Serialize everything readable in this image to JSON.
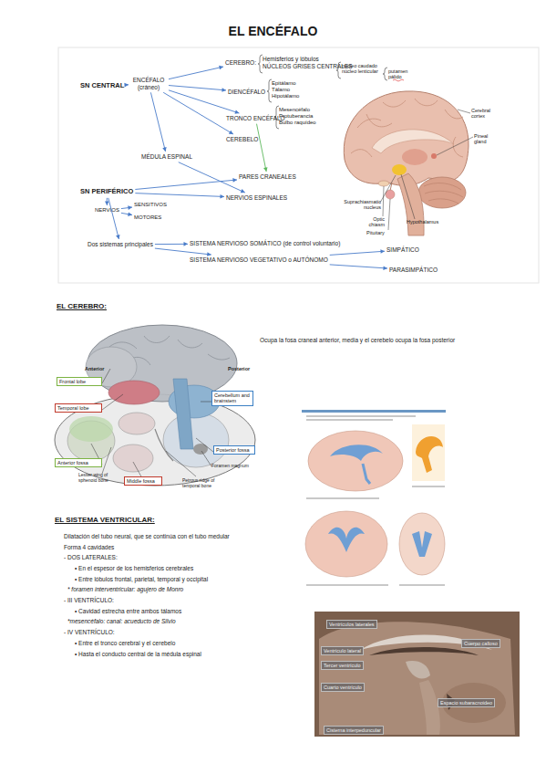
{
  "diagram": {
    "title": "EL ENCÉFALO",
    "nodes": [
      {
        "text": [
          "SN CENTRAL"
        ]
      },
      {
        "text": [
          "ENCÉFALO (cráneo)"
        ]
      },
      {
        "text": [
          "CEREBRO:"
        ]
      },
      {
        "text": [
          "Hemisferios y lóbulos",
          "NÚCLEOS GRISES CENTRALES"
        ]
      },
      {
        "text": [
          "núcleo caudado núcleo lenticular"
        ]
      },
      {
        "text": [
          "putamen pálido"
        ]
      },
      {
        "text": [
          "DIENCÉFALO"
        ]
      },
      {
        "text": [
          "Epitálamo Tálamo Hipotálamo"
        ]
      },
      {
        "text": [
          "TRONCO ENCÉFALO"
        ]
      },
      {
        "text": [
          "Mesencéfalo Protuberancia Bulbo raquídeo"
        ]
      },
      {
        "text": [
          "CEREBELO"
        ]
      },
      {
        "text": [
          "MÉDULA ESPINAL"
        ]
      },
      {
        "text": [
          "PARES CRANEALES"
        ]
      },
      {
        "text": [
          "NERVIOS ESPINALES"
        ]
      },
      {
        "text": [
          "SN PERIFÉRICO"
        ]
      },
      {
        "text": [
          "NERVIOS"
        ]
      },
      {
        "text": [
          "SENSITIVOS"
        ]
      },
      {
        "text": [
          "MOTORES"
        ]
      },
      {
        "text": [
          "Dos sistemas principales"
        ]
      },
      {
        "text": [
          "SISTEMA NERVIOSO SOMÁTICO (de control voluntario)"
        ]
      },
      {
        "text": [
          "SISTEMA NERVIOSO VEGETATIVO  o AUTÓNOMO"
        ]
      },
      {
        "text": [
          "SIMPÁTICO"
        ]
      },
      {
        "text": [
          "PARASIMPÁTICO"
        ]
      },
      {
        "text": [
          "Frontal lobe"
        ]
      },
      {
        "text": [
          "Temporal lobe"
        ]
      },
      {
        "text": [
          "Cerebellum and brainstem"
        ]
      },
      {
        "text": [
          "Anterior fossa"
        ]
      },
      {
        "text": [
          "Posterior fossa"
        ]
      },
      {
        "text": [
          "Middle fossa"
        ]
      },
      {
        "text": [
          "Ventrículos laterales"
        ]
      },
      {
        "text": [
          "Cuerpo calloso"
        ]
      },
      {
        "text": [
          "Ventrículo lateral"
        ]
      },
      {
        "text": [
          "Tercer ventrículo"
        ]
      },
      {
        "text": [
          "Cuarto ventrículo"
        ]
      },
      {
        "text": [
          "Espacio subaracnoideo"
        ]
      },
      {
        "text": [
          "Cisterna interpeduncular"
        ]
      }
    ],
    "edges": [
      {
        "from": 0,
        "to": 1,
        "arrow": "to"
      },
      {
        "from": 1,
        "to": 11,
        "arrow": "to"
      },
      {
        "from": 1,
        "to": 2,
        "arrow": "to"
      },
      {
        "from": 1,
        "to": 6,
        "arrow": "to"
      },
      {
        "from": 1,
        "to": 8,
        "arrow": "to"
      },
      {
        "from": 1,
        "to": 10,
        "arrow": "to"
      },
      {
        "from": 8,
        "to": 12,
        "arrow": "to"
      },
      {
        "from": 11,
        "to": 13,
        "arrow": "to"
      },
      {
        "from": 14,
        "to": 12,
        "arrow": "to"
      },
      {
        "from": 14,
        "to": 13,
        "arrow": "to"
      },
      {
        "from": 14,
        "to": 15,
        "arrow": "to"
      },
      {
        "from": 15,
        "to": 16,
        "arrow": "to"
      },
      {
        "from": 15,
        "to": 17,
        "arrow": "to"
      },
      {
        "from": 14,
        "to": 18,
        "arrow": "to"
      },
      {
        "from": 18,
        "to": 19,
        "arrow": "to"
      },
      {
        "from": 18,
        "to": 20,
        "arrow": "to"
      },
      {
        "from": 20,
        "to": 21,
        "arrow": "to"
      },
      {
        "from": 20,
        "to": 22,
        "arrow": "to"
      }
    ],
    "labels": [
      "Cerebral cortex",
      "Pineal gland",
      "Suprachiasmatic nucleus",
      "Optic chiasm",
      "Pituitary",
      "Hypothalamus",
      "EL CEREBRO:",
      "Ocupa la fosa craneal anterior, media y el cerebelo ocupa la fosa posterior",
      "Anterior",
      "Posterior",
      "Lesser wing of sphenoid bone",
      "Foramen magnum",
      "Petrous ridge of temporal bone",
      "EL SISTEMA VENTRICULAR:",
      "Dilatación del tubo neural, que se continúa con el tubo medular",
      "Forma 4 cavidades",
      "- DOS LATERALES:",
      "• En el espesor de los hemisferios cerebrales",
      "• Entre lóbulos frontal, parietal, temporal y occipital",
      "* foramen interventricular: agujero de Monro",
      "- III VENTRÍCULO:",
      "• Cavidad estrecha entre ambos tálamos",
      "*mesencéfalo: canal: acueducto de Silvio",
      "- IV VENTRÍCULO:",
      "• Entre el tronco cerebral y el cerebelo",
      "• Hasta el conducto central de la médula espinal"
    ]
  }
}
